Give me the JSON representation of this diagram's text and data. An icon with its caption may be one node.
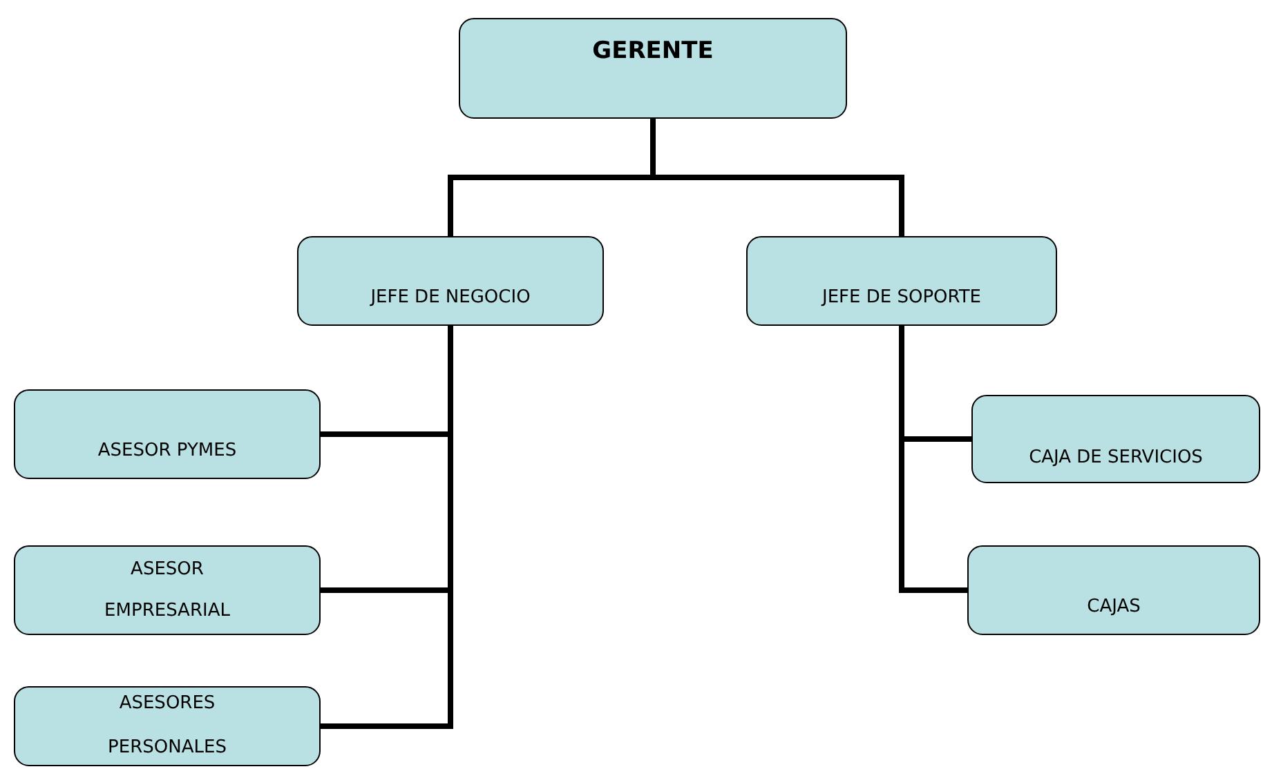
{
  "diagram": {
    "nodes": [
      {
        "text": [
          "GERENTE"
        ]
      },
      {
        "text": [
          "JEFE DE NEGOCIO"
        ]
      },
      {
        "text": [
          "JEFE DE SOPORTE"
        ]
      },
      {
        "text": [
          "ASESOR PYMES"
        ]
      },
      {
        "text": [
          "ASESOR EMPRESARIAL"
        ]
      },
      {
        "text": [
          "ASESORES PERSONALES"
        ]
      },
      {
        "text": [
          "CAJA DE SERVICIOS"
        ]
      },
      {
        "text": [
          "CAJAS"
        ]
      }
    ],
    "edges": [
      {
        "from": 0,
        "to": 1,
        "arrow": "none"
      },
      {
        "from": 0,
        "to": 2,
        "arrow": "none"
      },
      {
        "from": 1,
        "to": 3,
        "arrow": "none"
      },
      {
        "from": 1,
        "to": 4,
        "arrow": "none"
      },
      {
        "from": 1,
        "to": 5,
        "arrow": "none"
      },
      {
        "from": 2,
        "to": 6,
        "arrow": "none"
      },
      {
        "from": 2,
        "to": 7,
        "arrow": "none"
      }
    ]
  }
}
